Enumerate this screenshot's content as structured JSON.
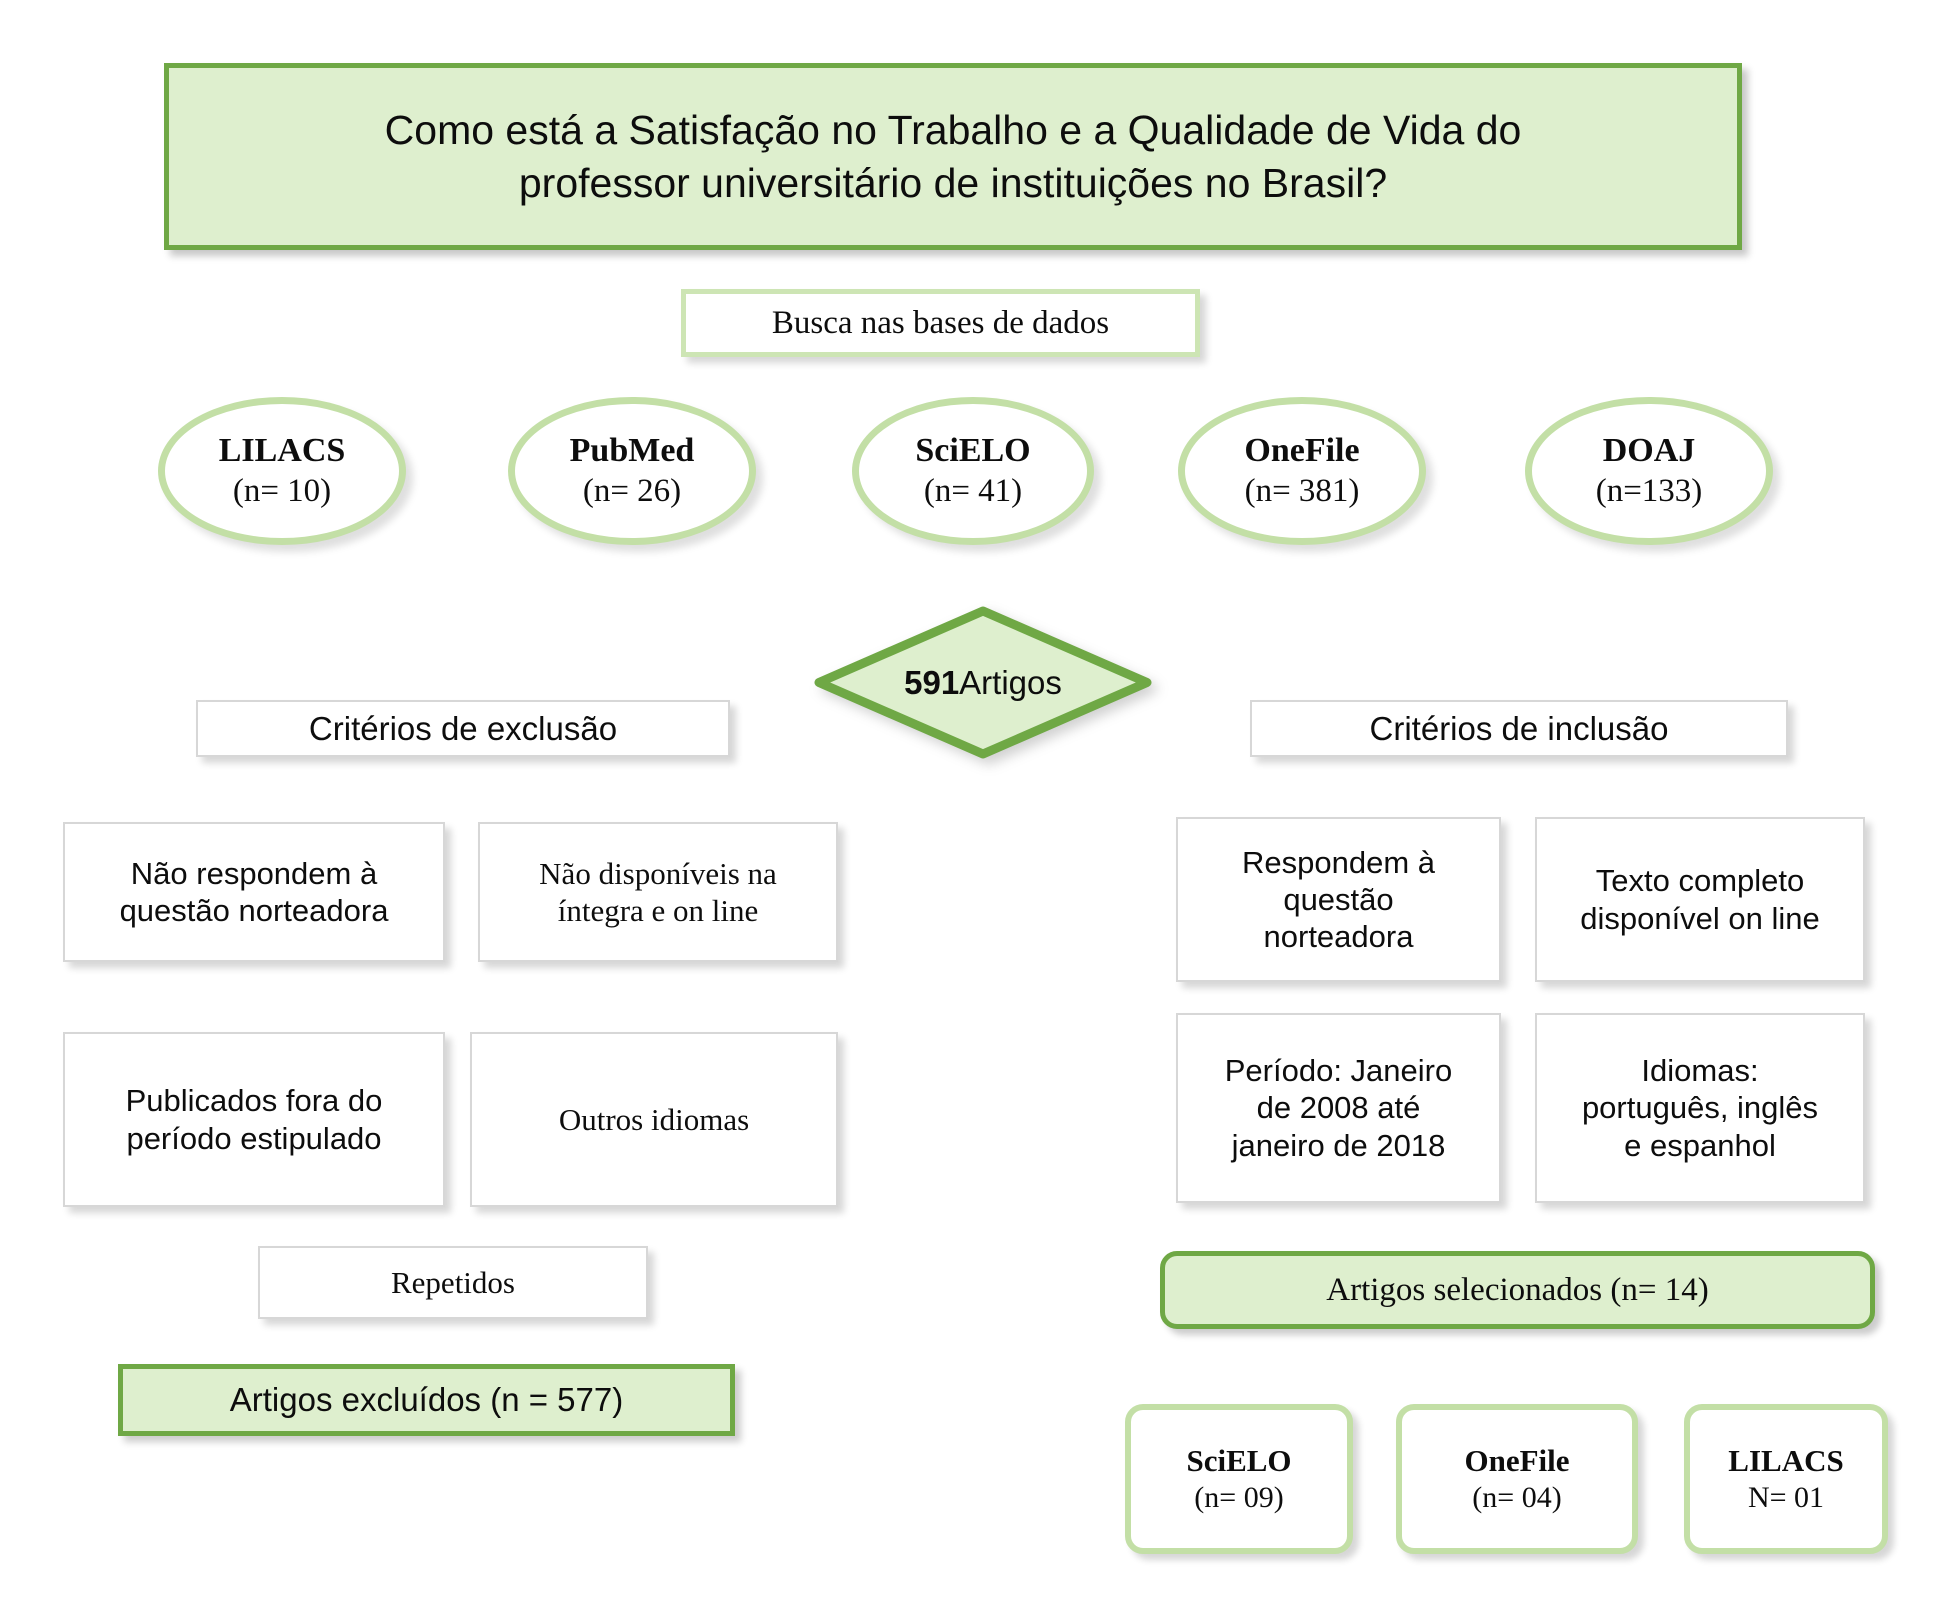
{
  "title": {
    "line1": "Como está a Satisfação no Trabalho e a Qualidade de Vida do",
    "line2": "professor universitário de instituições no Brasil?"
  },
  "search": {
    "label": "Busca nas bases de dados"
  },
  "databases": [
    {
      "name": "LILACS",
      "count": "(n= 10)"
    },
    {
      "name": "PubMed",
      "count": "(n= 26)"
    },
    {
      "name": "SciELO",
      "count": "(n= 41)"
    },
    {
      "name": "OneFile",
      "count": "(n= 381)"
    },
    {
      "name": "DOAJ",
      "count": "(n=133)"
    }
  ],
  "total": {
    "number": "591",
    "word": " Artigos"
  },
  "exclusion": {
    "header": "Critérios de exclusão",
    "items": [
      {
        "line1": "Não respondem à",
        "line2": "questão norteadora"
      },
      {
        "line1": "Não disponíveis na",
        "line2": "íntegra e on line"
      },
      {
        "line1": "Publicados fora do",
        "line2": "período estipulado"
      },
      {
        "line1": "Outros idiomas",
        "line2": ""
      },
      {
        "line1": "Repetidos",
        "line2": ""
      }
    ],
    "result": "Artigos excluídos (n = 577)"
  },
  "inclusion": {
    "header": "Critérios de inclusão",
    "items": [
      {
        "line1": "Respondem à",
        "line2": "questão",
        "line3": "norteadora"
      },
      {
        "line1": "Texto completo",
        "line2": "disponível on line",
        "line3": ""
      },
      {
        "line1": "Período: Janeiro",
        "line2": "de 2008 até",
        "line3": "janeiro de 2018"
      },
      {
        "line1": "Idiomas:",
        "line2": "português, inglês",
        "line3": "e espanhol"
      }
    ],
    "result": "Artigos selecionados (n= 14)",
    "sources": [
      {
        "name": "SciELO",
        "count": "(n= 09)"
      },
      {
        "name": "OneFile",
        "count": "(n= 04)"
      },
      {
        "name": "LILACS",
        "count": "N= 01"
      }
    ]
  },
  "colors": {
    "green_border": "#6FA845",
    "green_fill": "#DEEFCE",
    "light_green_border": "#C3DFA6",
    "grey_border": "#D7D7D7",
    "text": "#0d0d0d"
  }
}
